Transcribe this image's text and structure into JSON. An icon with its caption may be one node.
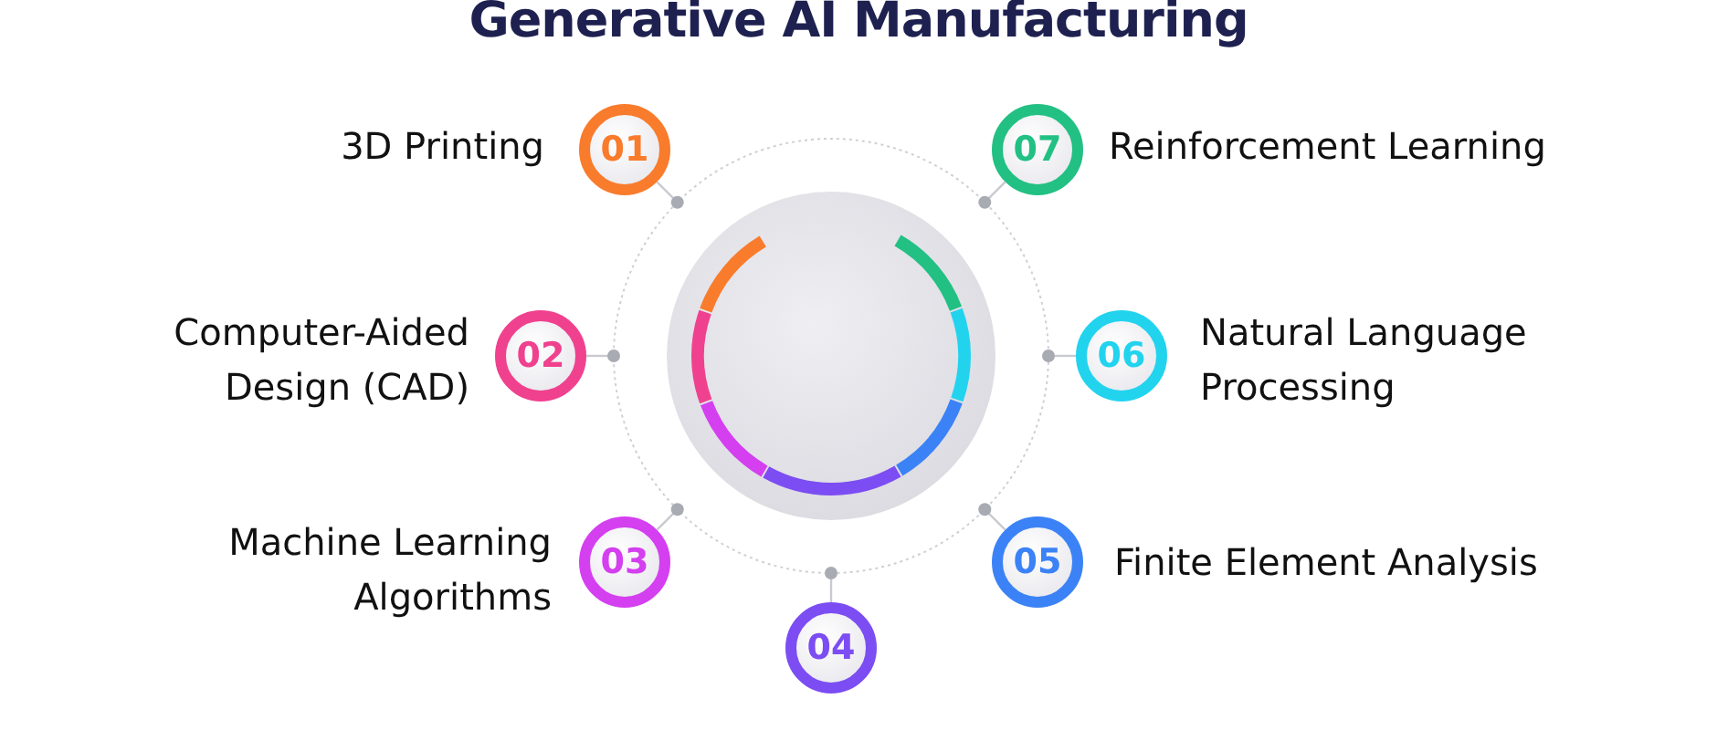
{
  "diagram": {
    "title": "Generative AI Manufacturing",
    "nodes": [
      {
        "text": [
          "01"
        ],
        "beside": [
          "3D Printing"
        ]
      },
      {
        "text": [
          "02"
        ],
        "beside": [
          "Computer-Aided Design (CAD)"
        ]
      },
      {
        "text": [
          "03"
        ],
        "beside": [
          "Machine Learning Algorithms"
        ]
      },
      {
        "text": [
          "04"
        ]
      },
      {
        "text": [
          "05"
        ],
        "beside": [
          "Finite Element Analysis"
        ]
      },
      {
        "text": [
          "06"
        ],
        "beside": [
          "Natural Language Processing"
        ]
      },
      {
        "text": [
          "07"
        ],
        "beside": [
          "Reinforcement Learning"
        ]
      }
    ]
  }
}
